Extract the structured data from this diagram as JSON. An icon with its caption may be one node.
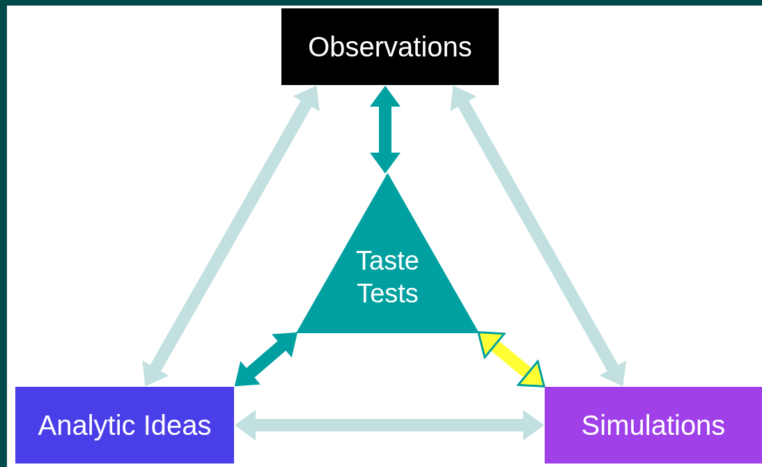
{
  "diagram": {
    "nodes": [
      {
        "text": [
          "Observations"
        ]
      },
      {
        "text": [
          "Taste Tests"
        ]
      },
      {
        "text": [
          "Analytic Ideas"
        ]
      },
      {
        "text": [
          "Simulations"
        ]
      }
    ],
    "edges": [
      {
        "from": 0,
        "to": 2,
        "arrow": "both"
      },
      {
        "from": 0,
        "to": 3,
        "arrow": "both"
      },
      {
        "from": 2,
        "to": 3,
        "arrow": "both"
      },
      {
        "from": 0,
        "to": 1,
        "arrow": "both",
        "color": "#00a0a0"
      },
      {
        "from": 1,
        "to": 2,
        "arrow": "both",
        "color": "#00a0a0"
      },
      {
        "from": 1,
        "to": 3,
        "arrow": "both",
        "color": "#ffff33"
      }
    ]
  }
}
